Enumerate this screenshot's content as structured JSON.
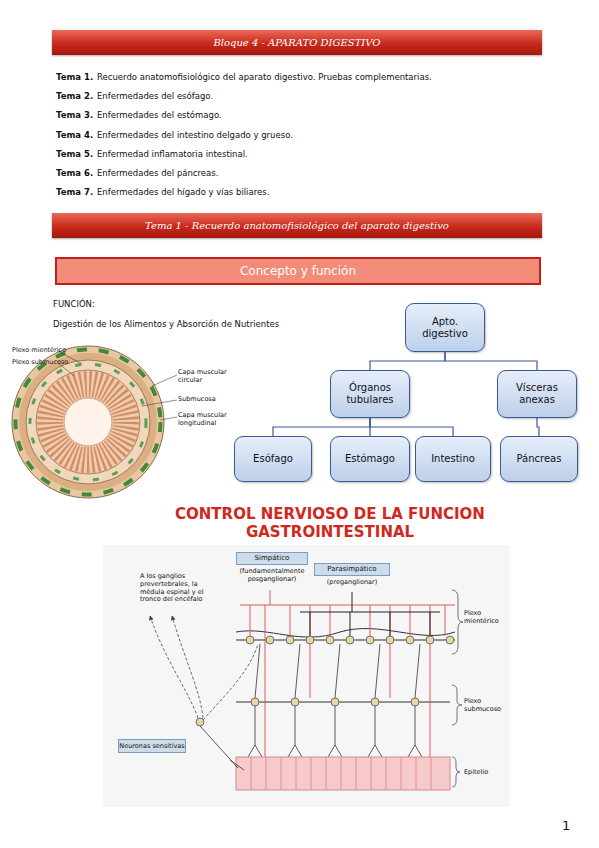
{
  "diagram": {
    "nodes": [
      {
        "text": [
          "Bloque 4 - APARATO DIGESTIVO"
        ]
      },
      {
        "text": [
          "Tema 1 - Recuerdo anatomofisiológico del aparato digestivo"
        ]
      },
      {
        "text": [
          "Concepto y función"
        ]
      },
      {
        "text": [
          "Apto. digestivo"
        ]
      },
      {
        "text": [
          "Órganos tubulares"
        ]
      },
      {
        "text": [
          "Vísceras anexas"
        ]
      },
      {
        "text": [
          "Esófago"
        ]
      },
      {
        "text": [
          "Estómago"
        ]
      },
      {
        "text": [
          "Intestino"
        ]
      },
      {
        "text": [
          "Páncreas"
        ]
      },
      {
        "text": [
          "Simpático",
          "(fundamentalmente posganglionar)"
        ]
      },
      {
        "text": [
          "Parasimpático",
          "(preganglionar)"
        ]
      },
      {
        "text": [
          "Neuronas sensitivas"
        ]
      }
    ],
    "edges": [
      {
        "from": 3,
        "to": 4,
        "arrow": "none"
      },
      {
        "from": 3,
        "to": 5,
        "arrow": "none"
      },
      {
        "from": 4,
        "to": 6,
        "arrow": "none"
      },
      {
        "from": 4,
        "to": 7,
        "arrow": "none"
      },
      {
        "from": 4,
        "to": 8,
        "arrow": "none"
      },
      {
        "from": 5,
        "to": 9,
        "arrow": "none"
      }
    ],
    "labels": [
      "Tema 1.",
      "Recuerdo anatomofisiológico del aparato digestivo. Pruebas complementarias.",
      "Tema 2.",
      "Enfermedades del esófago.",
      "Tema 3.",
      "Enfermedades del estómago.",
      "Tema 4.",
      "Enfermedades del intestino delgado y grueso.",
      "Tema 5.",
      "Enfermedad inflamatoria intestinal.",
      "Tema 6.",
      "Enfermedades del páncreas.",
      "Tema 7.",
      "Enfermedades del hígado y vías biliares.",
      "FUNCIÓN:",
      "Digestión de los Alimentos y Absorción de Nutrientes",
      "Plexo mientérico",
      "Plexo submucoso",
      "Capa muscular circular",
      "Submucosa",
      "Capa muscular longitudinal",
      "CONTROL NERVIOSO DE LA FUNCION GASTROINTESTINAL",
      "A los ganglios prevertebrales, la médula espinal y el tronco del encéfalo",
      "Plexo mientérico",
      "Plexo submucoso",
      "Epitelio",
      "1"
    ]
  }
}
